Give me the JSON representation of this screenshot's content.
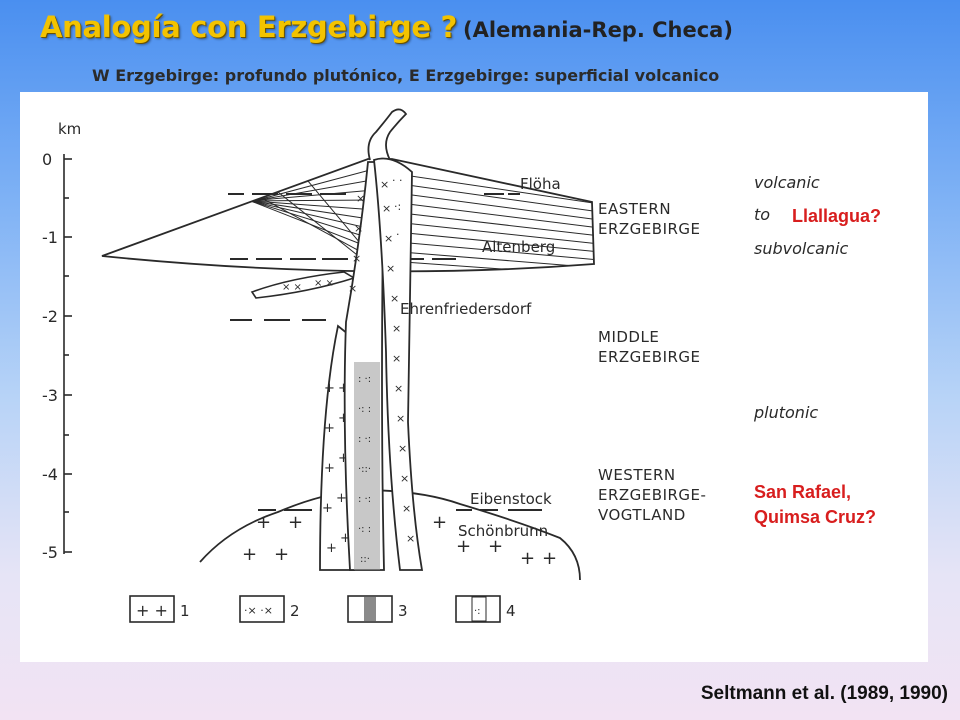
{
  "title": {
    "main": "Analogía con Erzgebirge ?",
    "sub": "(Alemania-Rep. Checa)"
  },
  "subtitle": "W Erzgebirge: profundo plutónico, E Erzgebirge: superficial volcanico",
  "diagram": {
    "axis_unit": "km",
    "depth_ticks": [
      "0",
      "-1",
      "-2",
      "-3",
      "-4",
      "-5"
    ],
    "localities": [
      "Flöha",
      "Altenberg",
      "Ehrenfriedersdorf",
      "Eibenstock",
      "Schönbrunn"
    ],
    "regions": {
      "eastern": [
        "EASTERN",
        "ERZGEBIRGE"
      ],
      "middle": [
        "MIDDLE",
        "ERZGEBIRGE"
      ],
      "western": [
        "WESTERN",
        "ERZGEBIRGE-",
        "VOGTLAND"
      ]
    },
    "levels": {
      "volcanic": "volcanic",
      "to": "to",
      "subvolcanic": "subvolcanic",
      "plutonic": "plutonic"
    },
    "legend": [
      "1",
      "2",
      "3",
      "4"
    ],
    "colors": {
      "ink": "#2a2a2a",
      "annotation": "#d81e1e"
    }
  },
  "annotations": {
    "llallagua": "Llallagua?",
    "san_rafael": [
      "San Rafael,",
      "Quimsa Cruz?"
    ]
  },
  "source": "Seltmann et al. (1989, 1990)"
}
